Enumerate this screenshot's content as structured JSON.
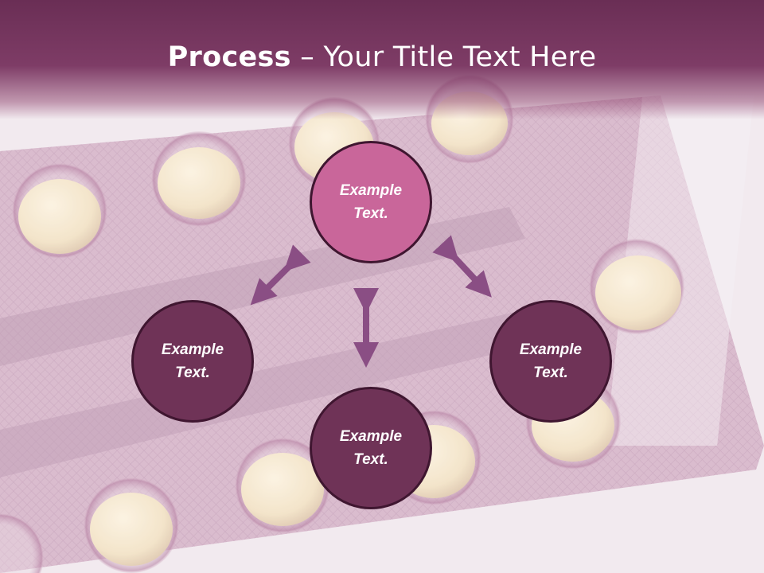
{
  "slide": {
    "title_bold": "Process",
    "title_rest": " – Your Title Text Here"
  },
  "diagram": {
    "nodes": [
      {
        "id": "top",
        "text": "Example Text."
      },
      {
        "id": "left",
        "text": "Example Text."
      },
      {
        "id": "right",
        "text": "Example Text."
      },
      {
        "id": "bottom",
        "text": "Example Text."
      }
    ],
    "colors": {
      "highlight_node": "#c9669a",
      "node": "#6f3357",
      "arrow": "#8a4e84",
      "header": "#6a2e55"
    }
  }
}
